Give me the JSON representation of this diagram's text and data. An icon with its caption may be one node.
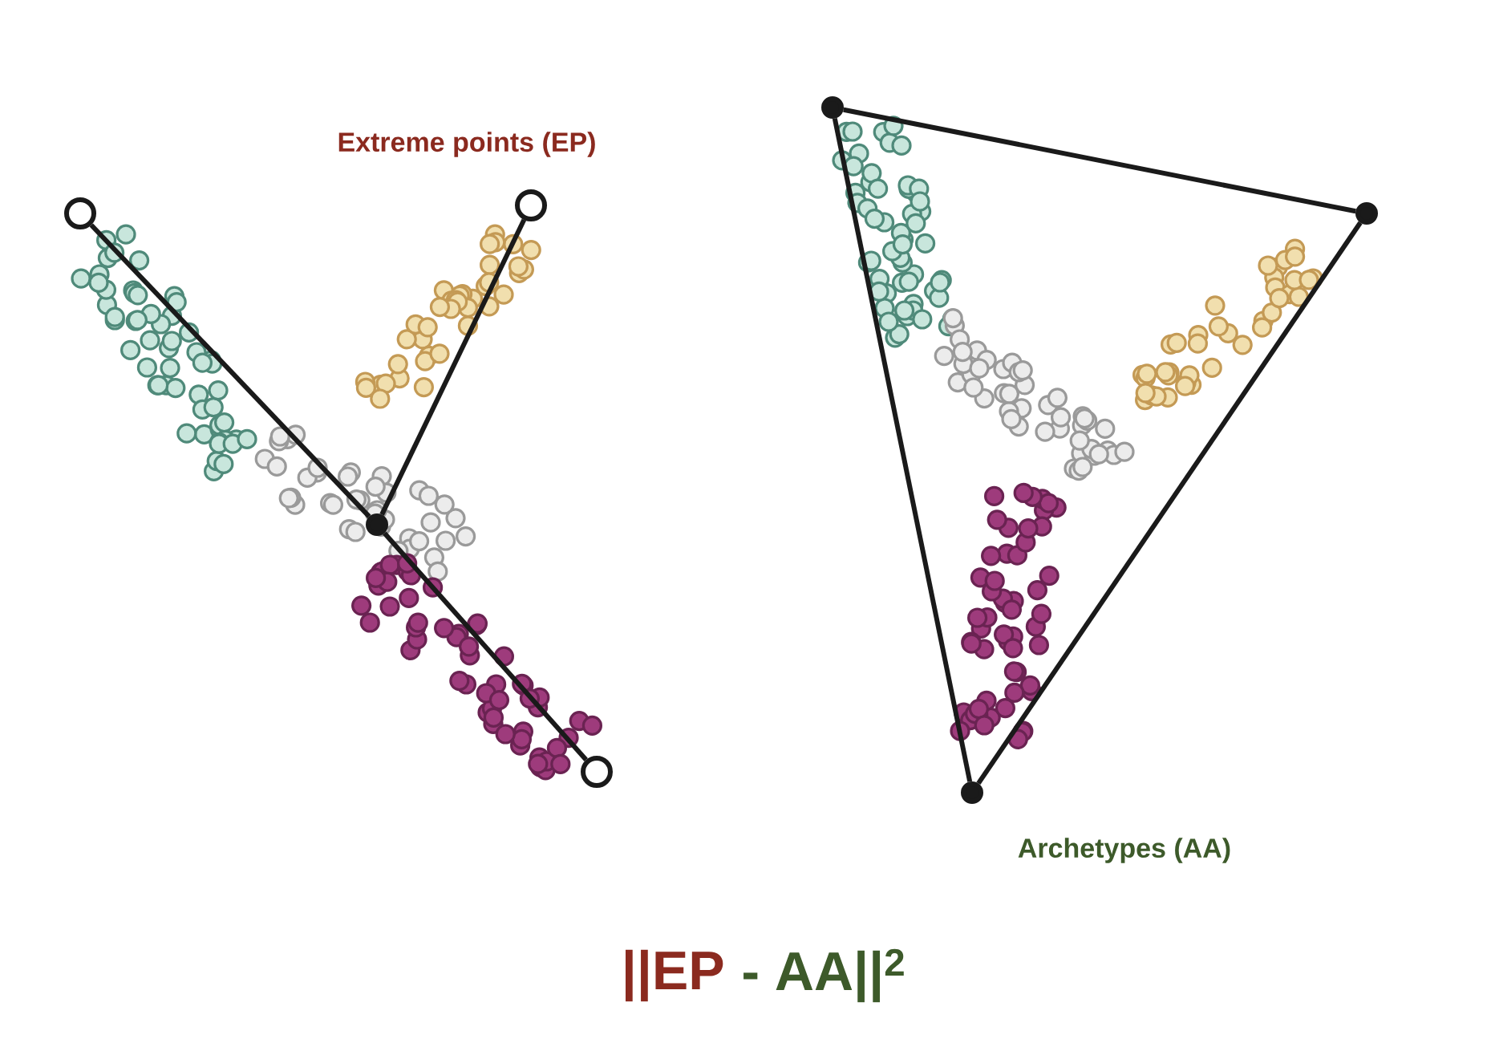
{
  "diagram": {
    "nodes": [
      {
        "text": [],
        "shape": "circle"
      },
      {
        "text": [],
        "shape": "circle"
      },
      {
        "text": [],
        "shape": "circle"
      },
      {
        "text": [],
        "shape": "circle"
      },
      {
        "text": [],
        "shape": "circle"
      },
      {
        "text": [],
        "shape": "circle"
      },
      {
        "text": [],
        "shape": "circle"
      }
    ],
    "edges": [
      {
        "from": 2,
        "to": 0,
        "arrow": "none"
      },
      {
        "from": 2,
        "to": 1,
        "arrow": "none"
      },
      {
        "from": 2,
        "to": 3,
        "arrow": "none"
      },
      {
        "from": 4,
        "to": 5,
        "arrow": "none"
      },
      {
        "from": 5,
        "to": 6,
        "arrow": "none"
      },
      {
        "from": 6,
        "to": 4,
        "arrow": "none"
      }
    ],
    "labels": [
      "Extreme points (EP)",
      "Archetypes (AA)",
      "||EP",
      "- AA||$^{2}$"
    ]
  }
}
